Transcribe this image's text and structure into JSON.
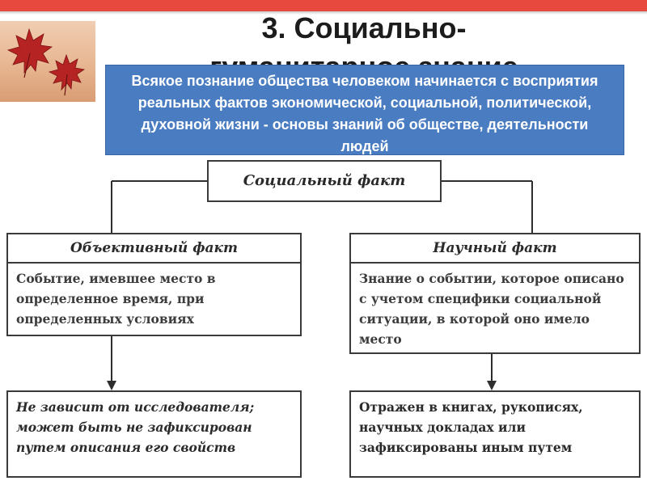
{
  "slide": {
    "title_line1": "3. Социально-",
    "title_line2": "гуманитарное знание"
  },
  "info_box": {
    "text": "Всякое познание общества человеком начинается с восприятия реальных фактов экономической, социальной, политической, духовной жизни - основы знаний об обществе, деятельности людей"
  },
  "diagram": {
    "root": "Социальный факт",
    "left": {
      "title": "Объективный факт",
      "body": "Событие, имевшее место в определенное время, при определенных условиях",
      "property": "Не зависит от исследователя; может быть не зафиксирован путем описания его свойств"
    },
    "right": {
      "title": "Научный факт",
      "body": "Знание о событии, которое описано с учетом специфики социальной ситуации, в которой оно имело место",
      "property": "Отражен в книгах, рукописях, научных докладах или зафиксированы иным путем"
    }
  },
  "colors": {
    "accent_bar": "#e8493f",
    "info_box_bg": "#4a7cc2",
    "leaf": "#b52323"
  }
}
